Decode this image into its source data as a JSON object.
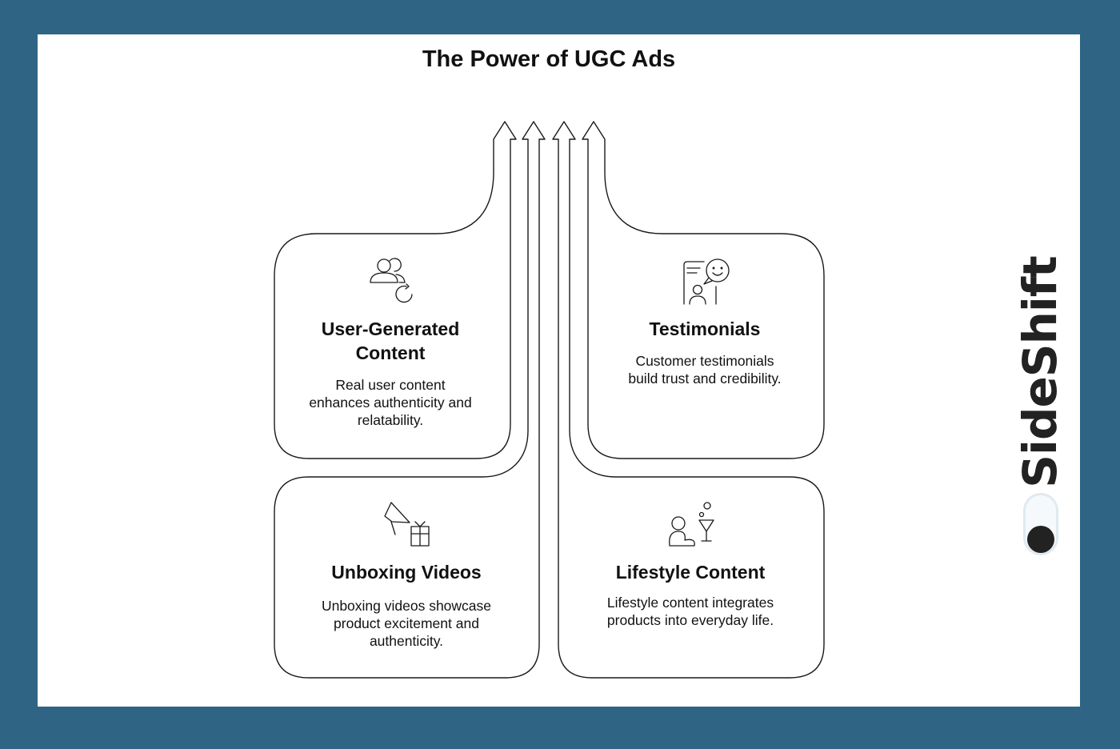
{
  "title": "The Power of UGC Ads",
  "cards": [
    {
      "title_lines": [
        "User-Generated",
        "Content"
      ],
      "desc_lines": [
        "Real user content",
        "enhances authenticity and",
        "relatability."
      ],
      "icon": "users-refresh-icon"
    },
    {
      "title_lines": [
        "Testimonials"
      ],
      "desc_lines": [
        "Customer testimonials",
        "build trust and credibility."
      ],
      "icon": "testimonial-chat-icon"
    },
    {
      "title_lines": [
        "Unboxing Videos"
      ],
      "desc_lines": [
        "Unboxing videos showcase",
        "product excitement and",
        "authenticity."
      ],
      "icon": "megaphone-gift-icon"
    },
    {
      "title_lines": [
        "Lifestyle Content"
      ],
      "desc_lines": [
        "Lifestyle content integrates",
        "products into everyday life."
      ],
      "icon": "person-cocktail-icon"
    }
  ],
  "brand": {
    "name": "SideShift",
    "icon": "toggle-switch-icon"
  },
  "colors": {
    "frame": "#2f6485",
    "canvas": "#ffffff",
    "stroke": "#1a1a1a"
  }
}
